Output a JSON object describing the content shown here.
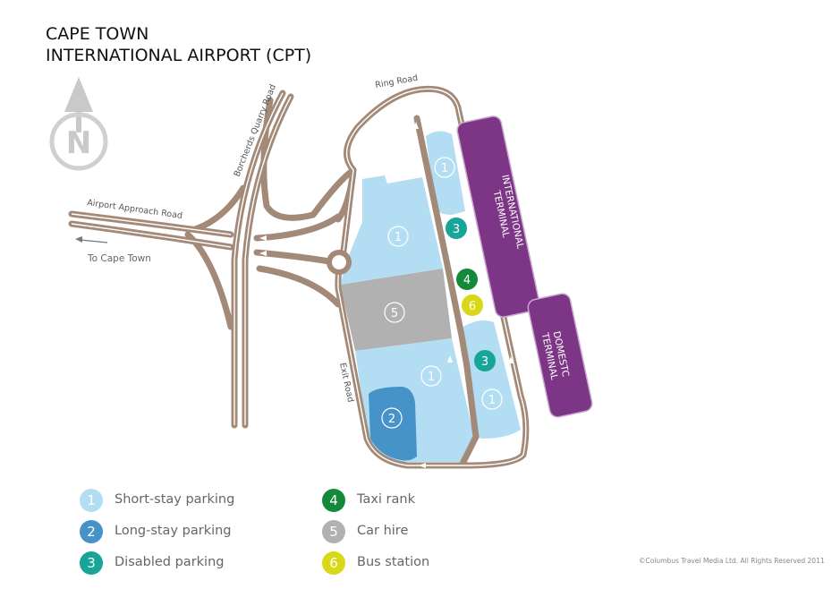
{
  "title": {
    "line1": "CAPE TOWN",
    "line2": "INTERNATIONAL AIRPORT (CPT)"
  },
  "compass": {
    "letter": "N",
    "icon": "north-arrow-icon"
  },
  "roads": {
    "ring_road": "Ring Road",
    "borcherds": "Borcherds Quarry Road",
    "approach": "Airport Approach Road",
    "to_cape_town": "To Cape Town",
    "exit_road": "Exit Road"
  },
  "terminals": {
    "international_line1": "INTERNATIONAL",
    "international_line2": "TERMINAL",
    "domestic_line1": "DOMESTC",
    "domestic_line2": "TERMINAL"
  },
  "map_markers": {
    "short_stay": "1",
    "long_stay": "2",
    "disabled": "3",
    "taxi": "4",
    "car_hire": "5",
    "bus": "6"
  },
  "colors": {
    "road": "#a38a78",
    "short_stay": "#b3ddf2",
    "long_stay": "#4593c9",
    "disabled": "#17a59a",
    "taxi": "#15893a",
    "car_hire": "#b1b1b1",
    "bus": "#d8d816",
    "terminal": "#7d3585"
  },
  "legend": [
    {
      "number": "1",
      "label": "Short-stay parking",
      "color": "#b3ddf2"
    },
    {
      "number": "2",
      "label": "Long-stay parking",
      "color": "#4593c9"
    },
    {
      "number": "3",
      "label": "Disabled parking",
      "color": "#17a59a"
    },
    {
      "number": "4",
      "label": "Taxi rank",
      "color": "#15893a"
    },
    {
      "number": "5",
      "label": "Car hire",
      "color": "#b1b1b1"
    },
    {
      "number": "6",
      "label": "Bus station",
      "color": "#d8d816"
    }
  ],
  "copyright": "©Columbus Travel Media Ltd. All Rights Reserved 2011"
}
